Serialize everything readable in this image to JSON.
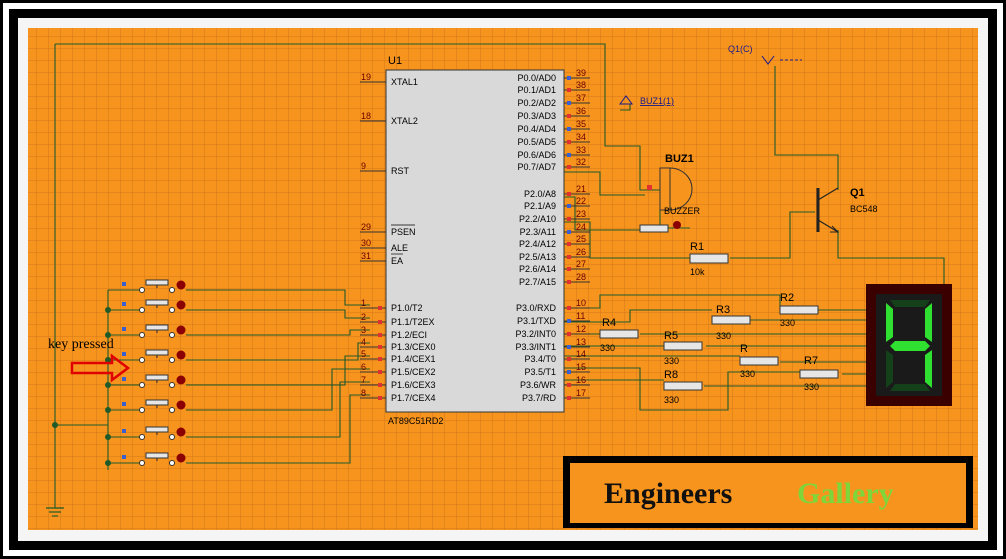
{
  "mcu": {
    "ref": "U1",
    "part": "AT89C51RD2",
    "left_pins": [
      {
        "num": "19",
        "name": "XTAL1"
      },
      {
        "num": "18",
        "name": "XTAL2"
      },
      {
        "num": "9",
        "name": "RST"
      },
      {
        "num": "29",
        "name": "PSEN"
      },
      {
        "num": "30",
        "name": "ALE"
      },
      {
        "num": "31",
        "name": "EA"
      },
      {
        "num": "1",
        "name": "P1.0/T2"
      },
      {
        "num": "2",
        "name": "P1.1/T2EX"
      },
      {
        "num": "3",
        "name": "P1.2/ECI"
      },
      {
        "num": "4",
        "name": "P1.3/CEX0"
      },
      {
        "num": "5",
        "name": "P1.4/CEX1"
      },
      {
        "num": "6",
        "name": "P1.5/CEX2"
      },
      {
        "num": "7",
        "name": "P1.6/CEX3"
      },
      {
        "num": "8",
        "name": "P1.7/CEX4"
      }
    ],
    "right_pins": [
      {
        "num": "39",
        "name": "P0.0/AD0"
      },
      {
        "num": "38",
        "name": "P0.1/AD1"
      },
      {
        "num": "37",
        "name": "P0.2/AD2"
      },
      {
        "num": "36",
        "name": "P0.3/AD3"
      },
      {
        "num": "35",
        "name": "P0.4/AD4"
      },
      {
        "num": "34",
        "name": "P0.5/AD5"
      },
      {
        "num": "33",
        "name": "P0.6/AD6"
      },
      {
        "num": "32",
        "name": "P0.7/AD7"
      },
      {
        "num": "21",
        "name": "P2.0/A8"
      },
      {
        "num": "22",
        "name": "P2.1/A9"
      },
      {
        "num": "23",
        "name": "P2.2/A10"
      },
      {
        "num": "24",
        "name": "P2.3/A11"
      },
      {
        "num": "25",
        "name": "P2.4/A12"
      },
      {
        "num": "26",
        "name": "P2.5/A13"
      },
      {
        "num": "27",
        "name": "P2.6/A14"
      },
      {
        "num": "28",
        "name": "P2.7/A15"
      },
      {
        "num": "10",
        "name": "P3.0/RXD"
      },
      {
        "num": "11",
        "name": "P3.1/TXD"
      },
      {
        "num": "12",
        "name": "P3.2/INT0"
      },
      {
        "num": "13",
        "name": "P3.3/INT1"
      },
      {
        "num": "14",
        "name": "P3.4/T0"
      },
      {
        "num": "15",
        "name": "P3.5/T1"
      },
      {
        "num": "16",
        "name": "P3.6/WR"
      },
      {
        "num": "17",
        "name": "P3.7/RD"
      }
    ]
  },
  "buzzer": {
    "ref": "BUZ1",
    "type": "BUZZER",
    "net_label": "BUZ1(1)"
  },
  "transistor": {
    "ref": "Q1",
    "type": "BC548",
    "net_label": "Q1(C)"
  },
  "r1": {
    "ref": "R1",
    "value": "10k"
  },
  "resistors": [
    {
      "ref": "R2",
      "value": "330"
    },
    {
      "ref": "R3",
      "value": "330"
    },
    {
      "ref": "R4",
      "value": "330"
    },
    {
      "ref": "R5",
      "value": "330"
    },
    {
      "ref": "R",
      "value": "330"
    },
    {
      "ref": "R7",
      "value": "330"
    },
    {
      "ref": "R8",
      "value": "330"
    }
  ],
  "display": {
    "digit": "4"
  },
  "annotation": {
    "text": "key pressed"
  },
  "brand": {
    "word1": "Engineers",
    "word2": "Gallery"
  },
  "colors": {
    "sheet": "#f7941d",
    "grid": "#c8701a",
    "chip": "#d9d9d9",
    "segment_on": "#30e030",
    "segment_off": "#14401a",
    "brand1": "#101010",
    "brand2": "#7fd63a",
    "arrow": "#e00000"
  }
}
